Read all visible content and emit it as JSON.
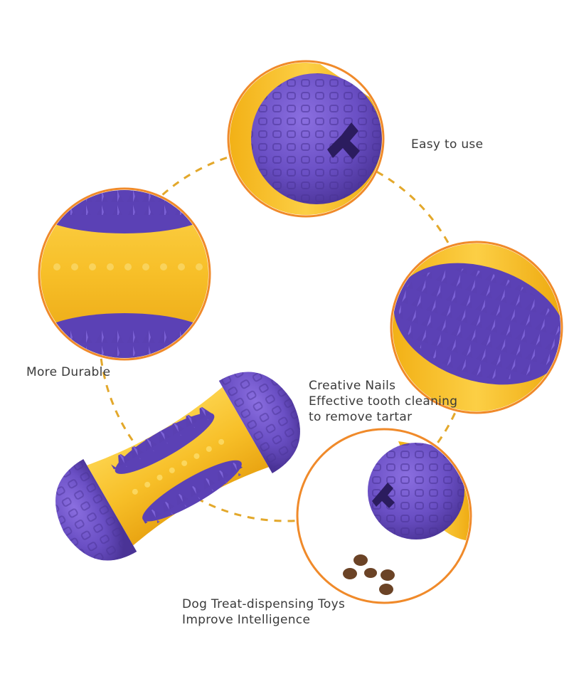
{
  "captions": {
    "easy": "Easy to use",
    "durable": "More Durable",
    "creative": [
      "Creative Nails",
      "Effective tooth cleaning",
      "to remove tartar"
    ],
    "dog": [
      "Dog Treat-dispensing Toys",
      "Improve Intelligence"
    ]
  },
  "colors": {
    "purple": "#6a4fc4",
    "purple_dark": "#4e37a0",
    "yellow": "#f5b81e",
    "orange_ring": "#f08a2a",
    "dash": "#e3a82b",
    "treat": "#6b4326",
    "text": "#3a3a3a"
  }
}
